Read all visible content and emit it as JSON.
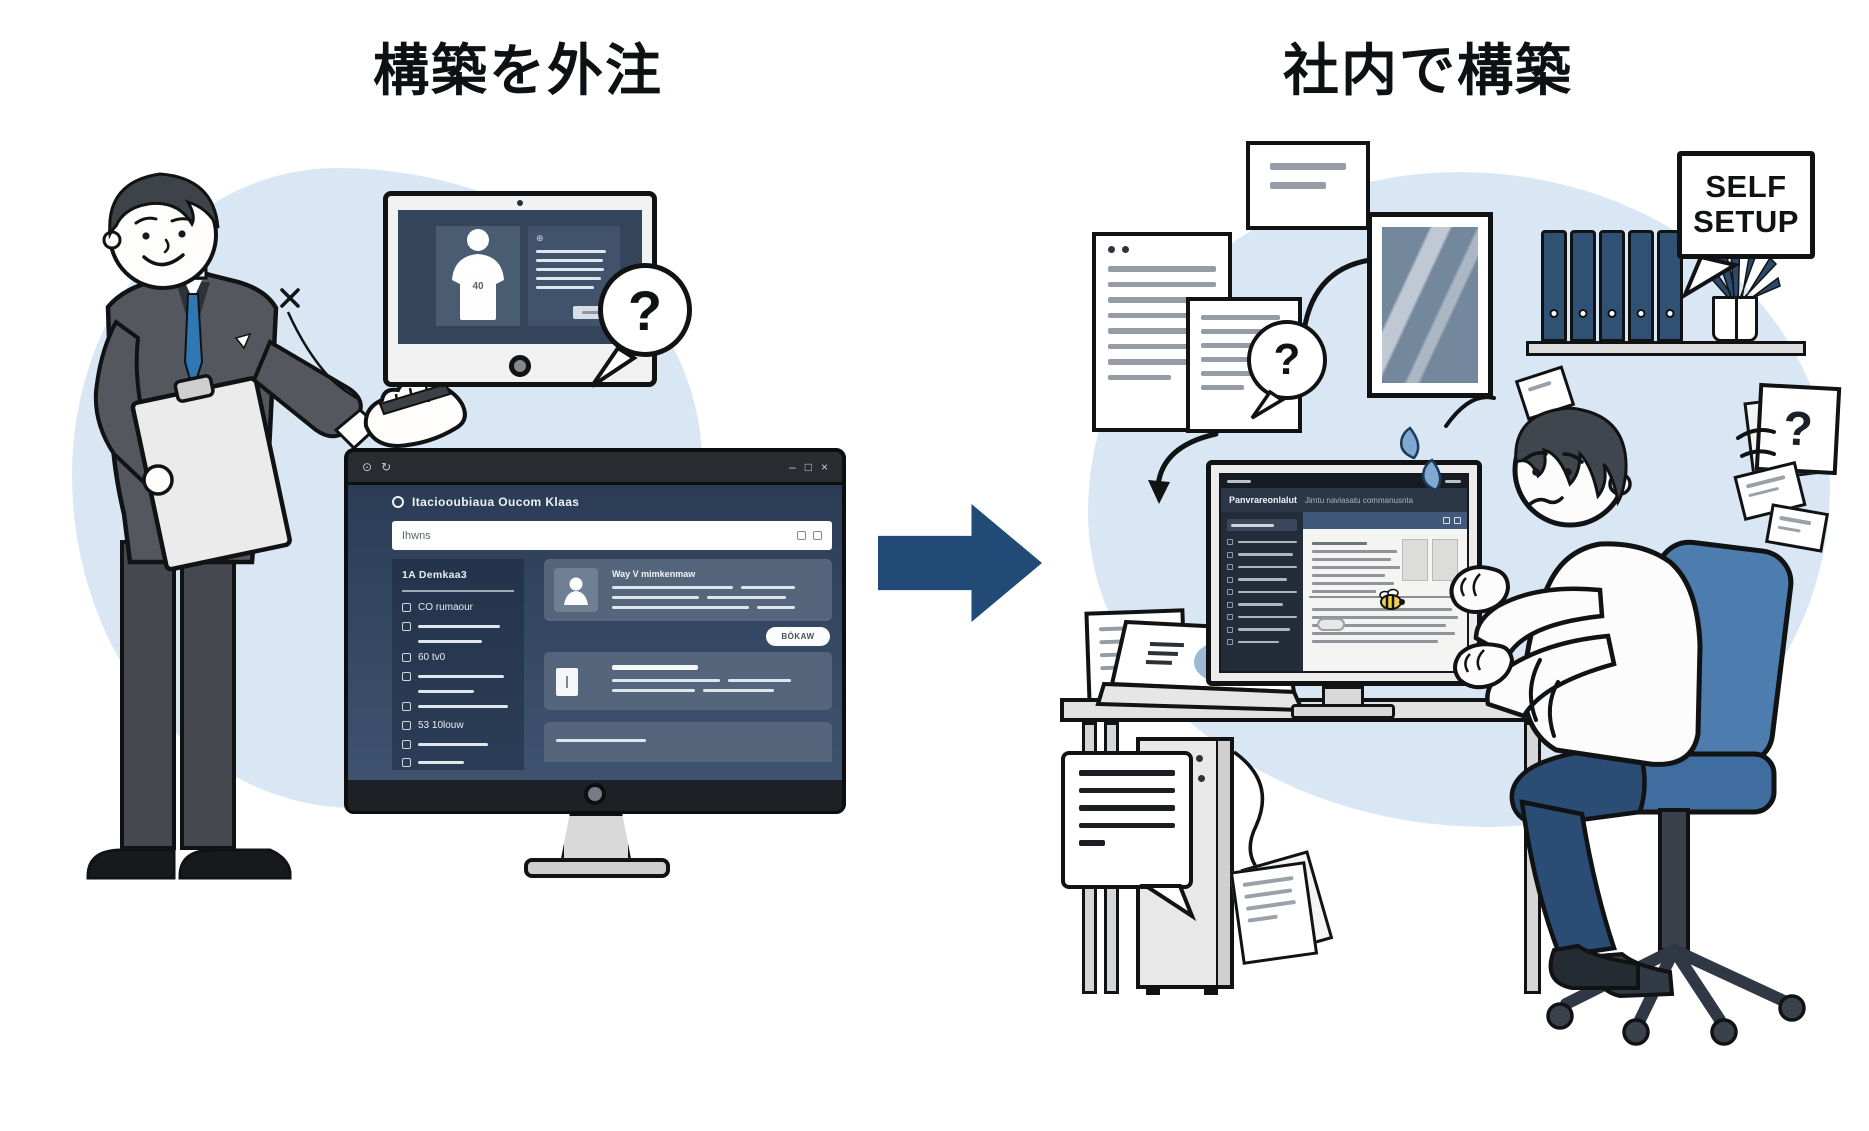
{
  "left": {
    "title": "構築を外注",
    "speech_question": "?",
    "small_monitor": {
      "profile_badge": "40",
      "panel_icon": "⊕"
    },
    "big_monitor": {
      "titlebar_icon_1": "⊙",
      "titlebar_icon_2": "↻",
      "minimize": "–",
      "maximize": "□",
      "close": "×",
      "app_title": "Itaciooubiaua Oucom Klaas",
      "search_text": "Ihwns",
      "sidebar_header": "1A Demkaa3",
      "sidebar_item_1": "CO rumaour",
      "sidebar_item_2": "60 tv0",
      "sidebar_item_3": "53 10louw",
      "card_title": "Way V mimkenmaw",
      "action_button": "BÖKAW"
    }
  },
  "right": {
    "title": "社内で構築",
    "self_setup_line1": "SELF",
    "self_setup_line2": "SETUP",
    "bubble_question": "?",
    "paper_question": "?",
    "monitor": {
      "header_title": "Panvrareonlalut",
      "header_subtitle": "Jimtu naviasatu commanusnta"
    }
  },
  "palette": {
    "background": "#ffffff",
    "blob_blue": "#d8e7f3",
    "ui_navy": "#2e4058",
    "arrow_navy": "#224a77",
    "chair_blue": "#4d7cae",
    "binder_navy": "#2e5174",
    "suit_gray": "#54585e",
    "tie_blue": "#2f77b5"
  }
}
